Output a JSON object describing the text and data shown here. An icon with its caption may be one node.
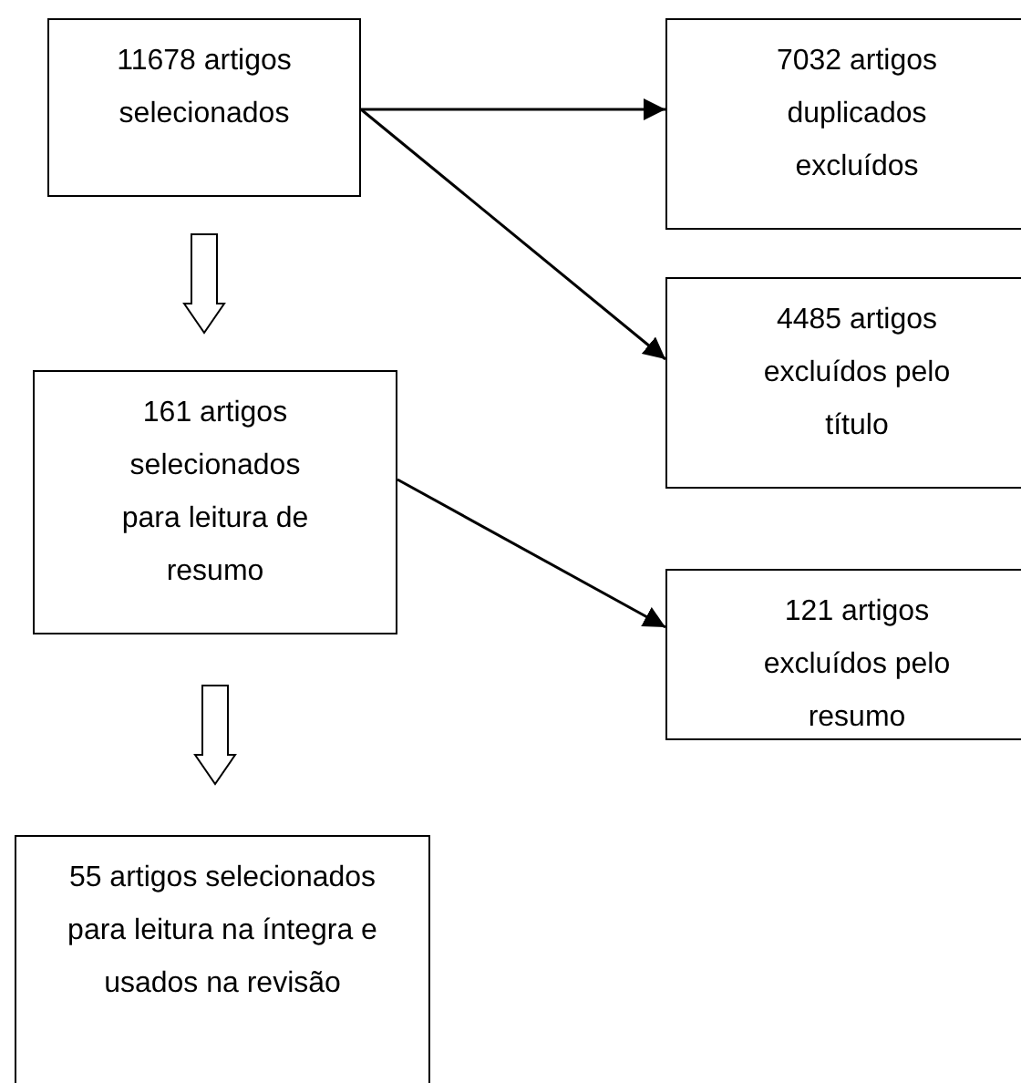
{
  "diagram": {
    "nodes": [
      {
        "text": [
          "11678 artigos selecionados"
        ]
      },
      {
        "text": [
          "7032 artigos duplicados excluídos"
        ]
      },
      {
        "text": [
          "4485 artigos excluídos pelo título"
        ]
      },
      {
        "text": [
          "161 artigos selecionados para leitura de resumo"
        ]
      },
      {
        "text": [
          "121 artigos excluídos pelo resumo"
        ]
      },
      {
        "text": [
          "55 artigos selecionados para leitura na íntegra e usados na revisão"
        ]
      }
    ],
    "edges": [
      {
        "from": 0,
        "to": 1,
        "arrow": "to"
      },
      {
        "from": 0,
        "to": 2,
        "arrow": "to"
      },
      {
        "from": 0,
        "to": 3,
        "arrow": "to",
        "style": "thick"
      },
      {
        "from": 3,
        "to": 4,
        "arrow": "to"
      },
      {
        "from": 3,
        "to": 5,
        "arrow": "to",
        "style": "thick"
      }
    ]
  }
}
